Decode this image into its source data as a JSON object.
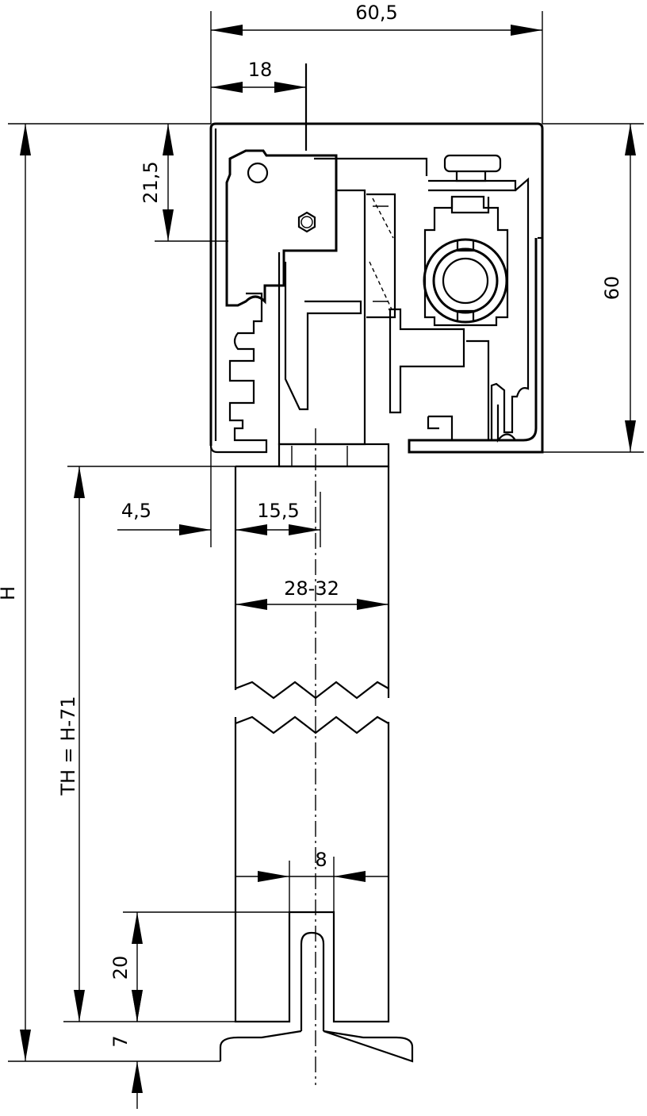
{
  "dimensions": {
    "total_width": "60,5",
    "top_offset": "18",
    "top_height": "21,5",
    "profile_height": "60",
    "total_height_label": "H",
    "door_height_label": "TH = H-71",
    "side_offset": "4,5",
    "axis_offset": "15,5",
    "door_thickness": "28-32",
    "groove_width": "8",
    "guide_height": "20",
    "floor_gap": "7"
  },
  "colors": {
    "line": "#000000",
    "background": "#ffffff"
  }
}
